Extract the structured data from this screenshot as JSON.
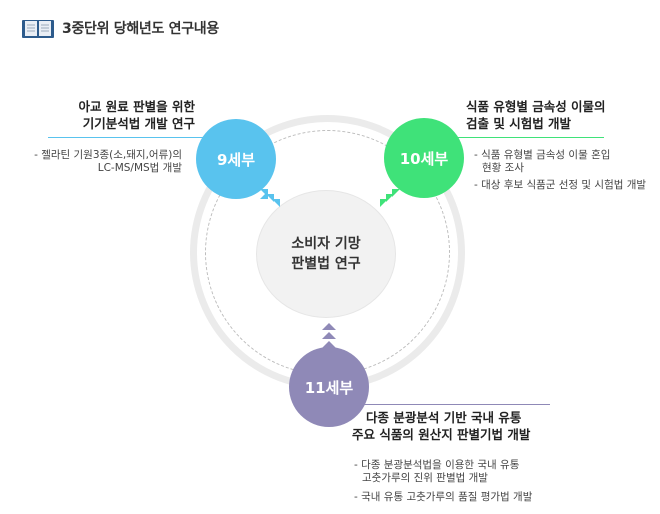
{
  "page": {
    "title": "3중단위 당해년도 연구내용",
    "colors": {
      "blue": "#59c3ee",
      "green": "#3fe279",
      "purple": "#8f89b7",
      "ring": "#ebebeb",
      "center_fill": "#f2f2f2"
    },
    "header_icon": "book-icon"
  },
  "center": {
    "line1": "소비자 기망",
    "line2": "판별법 연구"
  },
  "units": {
    "u9": {
      "label": "9세부",
      "heading1": "아교 원료 판별을 위한",
      "heading2": "기기분석법  개발 연구",
      "desc1": "- 젤라틴 기원3종(소,돼지,어류)의",
      "desc2": "LC-MS/MS법 개발"
    },
    "u10": {
      "label": "10세부",
      "heading1": "식품 유형별 금속성 이물의",
      "heading2": "검출 및 시험법 개발",
      "desc1a": "- 식품 유형별 금속성 이물 혼입",
      "desc1b": "현황 조사",
      "desc2": "- 대상 후보 식품군 선정 및 시험법 개발"
    },
    "u11": {
      "label": "11세부",
      "heading1": "다종 분광분석 기반 국내 유통",
      "heading2": "주요 식품의 원산지 판별기법 개발",
      "desc1a": "- 다종 분광분석법을 이용한 국내 유통",
      "desc1b": "고춧가루의 진위 판별법 개발",
      "desc2": "- 국내 유통 고춧가루의 품질 평가법 개발"
    }
  }
}
